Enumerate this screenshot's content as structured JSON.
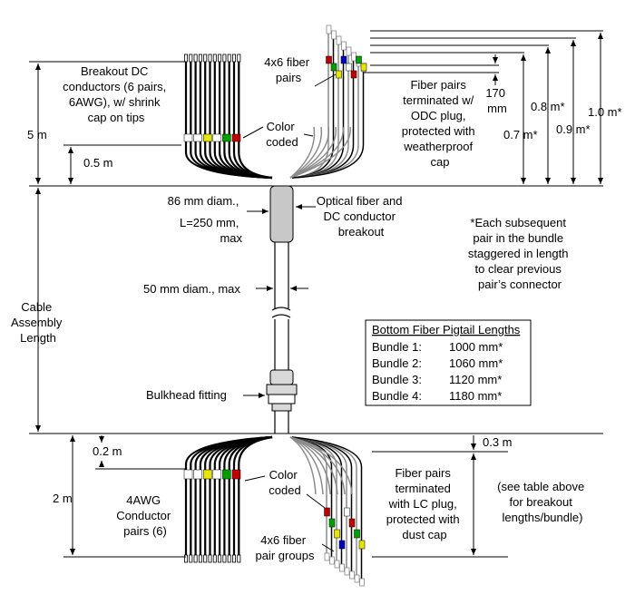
{
  "labels": {
    "breakout_dc": [
      "Breakout  DC",
      "conductors (6 pairs,",
      "6AWG), w/ shrink",
      "cap on tips"
    ],
    "fiber_pairs_top": [
      "4x6 fiber",
      "pairs"
    ],
    "color_coded_top": [
      "Color",
      "coded"
    ],
    "fiber_terminated_odc": [
      "Fiber pairs",
      "terminated w/",
      "ODC plug,",
      "protected with",
      "weatherproof",
      "cap"
    ],
    "dim_170": [
      "170",
      "mm"
    ],
    "dim_07": "0.7 m*",
    "dim_08": "0.8 m*",
    "dim_09": "0.9 m*",
    "dim_10": "1.0 m*",
    "dim_5m": "5 m",
    "dim_05m": "0.5 m",
    "breakout_diam": [
      "86 mm diam.,",
      "L=250 mm,",
      "max"
    ],
    "optical_breakout": [
      "Optical fiber and",
      "DC conductor",
      "breakout"
    ],
    "stagger_note": [
      "*Each subsequent",
      "pair in the bundle",
      "staggered in length",
      "to clear previous",
      "pair’s connector"
    ],
    "cable_diam": "50 mm diam., max",
    "cable_assembly": [
      "Cable",
      "Assembly",
      "Length"
    ],
    "bulkhead": "Bulkhead fitting",
    "dim_03m": "0.3 m",
    "dim_02m": "0.2 m",
    "dim_2m": "2 m",
    "conductor_4awg": [
      "4AWG",
      "Conductor",
      "pairs (6)"
    ],
    "color_coded_bottom": [
      "Color",
      "coded"
    ],
    "fiber_groups_bottom": [
      "4x6 fiber",
      "pair groups"
    ],
    "fiber_terminated_lc": [
      "Fiber pairs",
      "terminated",
      "with LC plug,",
      "protected with",
      "dust cap"
    ],
    "see_table": [
      "(see table above",
      "for breakout",
      "lengths/bundle)"
    ]
  },
  "table": {
    "title": "Bottom Fiber Pigtail Lengths",
    "rows": [
      {
        "bundle": "Bundle 1:",
        "length": "1000 mm*"
      },
      {
        "bundle": "Bundle 2:",
        "length": "1060 mm*"
      },
      {
        "bundle": "Bundle 3:",
        "length": "1120 mm*"
      },
      {
        "bundle": "Bundle 4:",
        "length": "1180 mm*"
      }
    ]
  },
  "colors": {
    "line": "#000000",
    "fiber": "#8c8c8c",
    "breakout_body": "#c8c8c8",
    "band_red": "#c00000",
    "band_green": "#00a000",
    "band_yellow": "#e6e600",
    "band_blue": "#0000c0",
    "band_white": "#ffffff"
  }
}
